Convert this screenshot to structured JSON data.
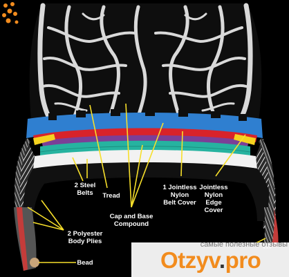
{
  "labels": {
    "bead": "Bead",
    "body_plies": "2 Polyester\nBody Plies",
    "steel_belts": "2 Steel\nBelts",
    "tread": "Tread",
    "cap_base": "Cap and Base\nCompound",
    "belt_cover": "1 Jointless\nNylon\nBelt Cover",
    "edge_cover": "Jointless\nNylon\nEdge\nCover"
  },
  "watermark": {
    "caption": "самые полезные отзывы",
    "logo_main": "Otzyv",
    "logo_dot": ".",
    "logo_tld": "pro"
  },
  "colors": {
    "tread": "#101010",
    "groove": "#dcdcdc",
    "cap_base": "#2f7fd0",
    "red_layer": "#d8232a",
    "purple_layer": "#7b3f97",
    "steel_belt": "#26b3a0",
    "body_ply": "#f2f2f2",
    "leader_line": "#f7df2a",
    "edge_cover": "#f5d21f",
    "logo": "#f28c1e"
  }
}
